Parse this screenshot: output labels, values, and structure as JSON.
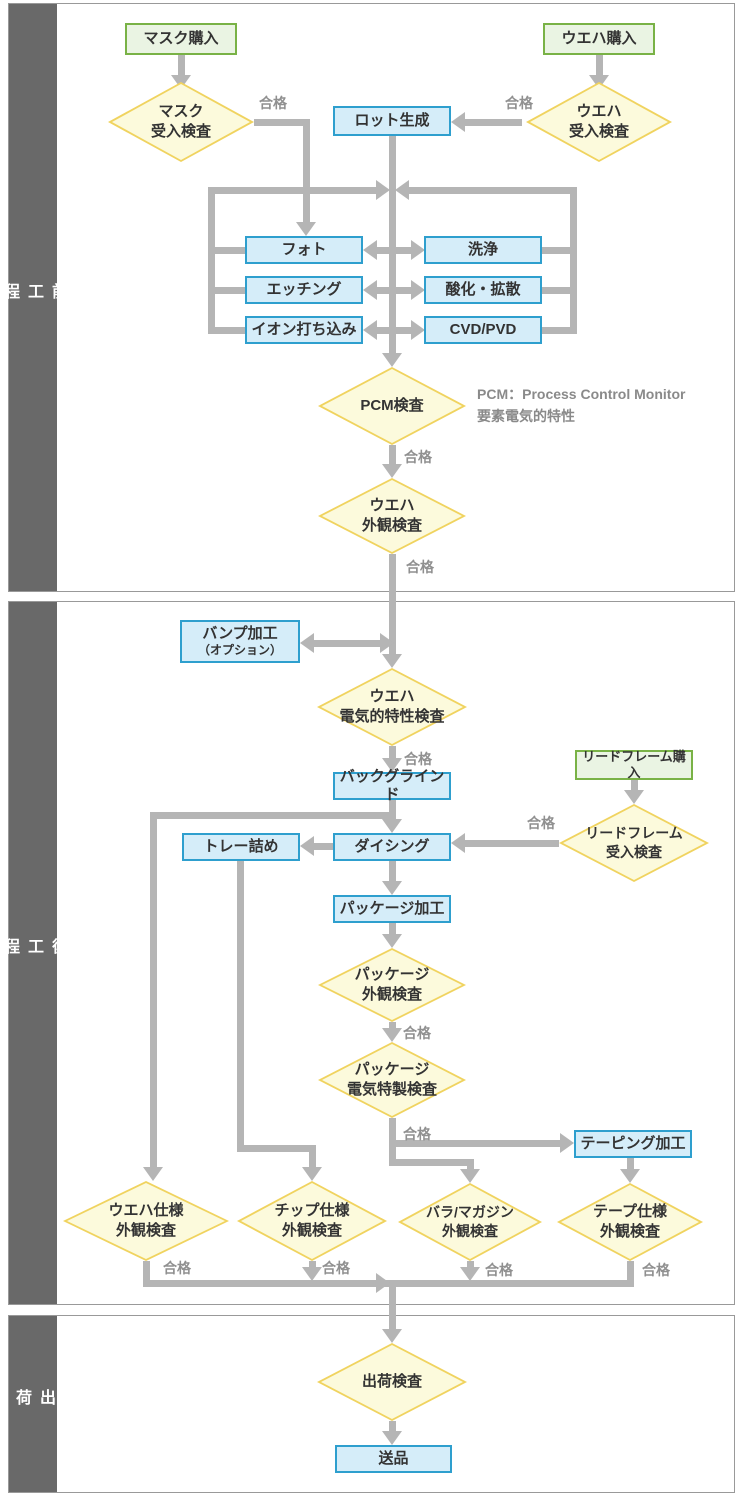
{
  "sections": {
    "front": {
      "label": "前\n工\n程"
    },
    "back": {
      "label": "後\n工\n程"
    },
    "ship": {
      "label": "出\n荷"
    }
  },
  "labels": {
    "pass": "合格",
    "pcm_note": "PCM：Process Control Monitor\n要素電気的特性"
  },
  "nodes": {
    "mask_purchase": "マスク購入",
    "wafer_purchase": "ウエハ購入",
    "mask_inspection": "マスク\n受入検査",
    "wafer_inspection": "ウエハ\n受入検査",
    "lot_generation": "ロット生成",
    "photo": "フォト",
    "etching": "エッチング",
    "ion_implantation": "イオン打ち込み",
    "cleaning": "洗浄",
    "oxidation_diffusion": "酸化・拡散",
    "cvd_pvd": "CVD/PVD",
    "pcm_inspection": "PCM検査",
    "wafer_visual_inspection": "ウエハ\n外観検査",
    "bump_processing_title": "バンプ加工",
    "bump_processing_sub": "（オプション）",
    "wafer_electrical_inspection": "ウエハ\n電気的特性検査",
    "back_grinding": "バックグラインド",
    "leadframe_purchase": "リードフレーム購入",
    "leadframe_inspection": "リードフレーム\n受入検査",
    "tray_packing": "トレー詰め",
    "dicing": "ダイシング",
    "package_processing": "パッケージ加工",
    "package_visual_inspection": "パッケージ\n外観検査",
    "package_electrical_inspection": "パッケージ\n電気特製検査",
    "taping": "テーピング加工",
    "wafer_spec_inspection": "ウエハ仕様\n外観検査",
    "chip_spec_inspection": "チップ仕様\n外観検査",
    "bulk_magazine_inspection": "バラ/マガジン\n外観検査",
    "tape_spec_inspection": "テープ仕様\n外観検査",
    "shipping_inspection": "出荷検査",
    "delivery": "送品"
  }
}
